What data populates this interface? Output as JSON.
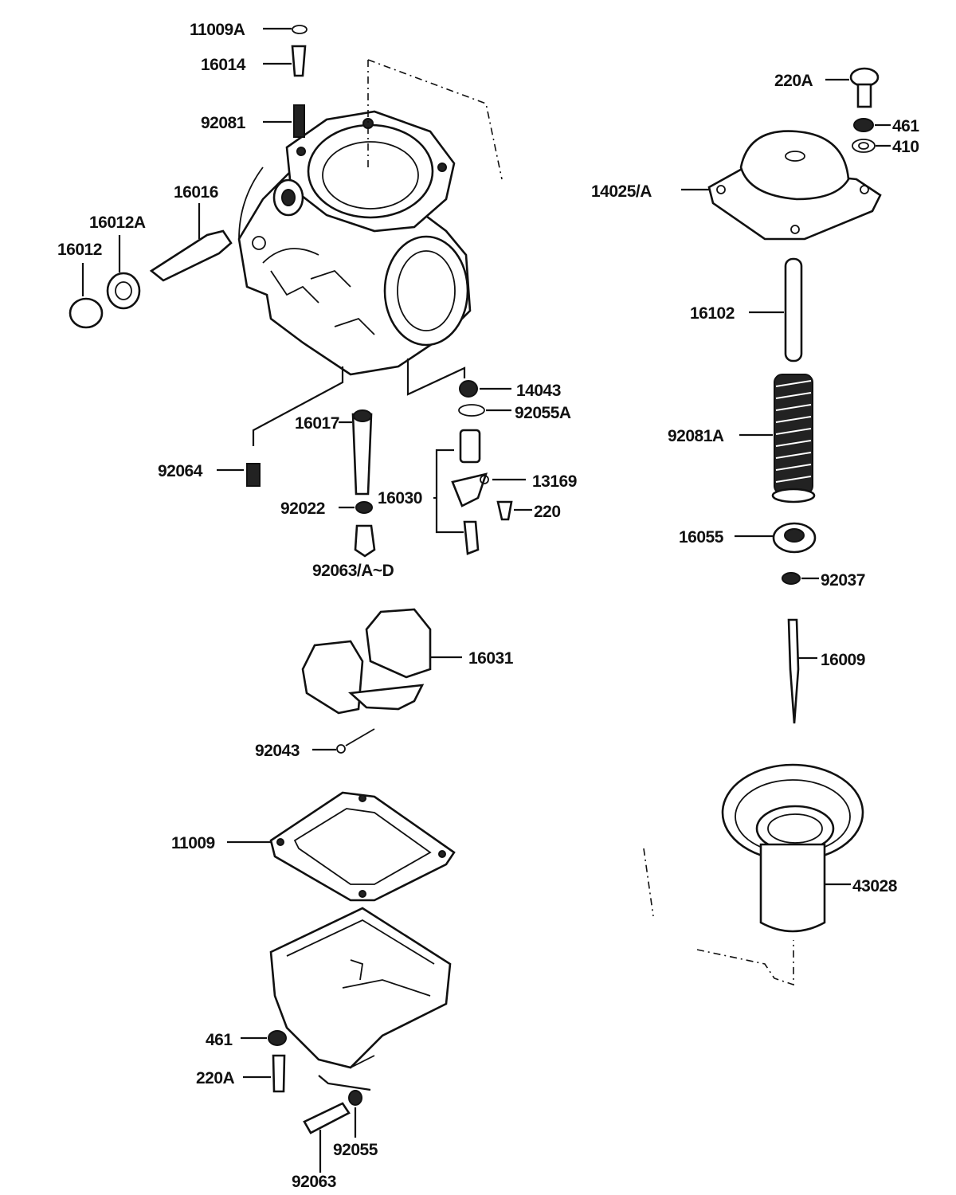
{
  "labels": {
    "l_11009a": "11009A",
    "l_16014": "16014",
    "l_92081": "92081",
    "l_16016": "16016",
    "l_16012a": "16012A",
    "l_16012": "16012",
    "l_14043": "14043",
    "l_92055a": "92055A",
    "l_16017": "16017",
    "l_92064": "92064",
    "l_13169": "13169",
    "l_92022": "92022",
    "l_16030": "16030",
    "l_220": "220",
    "l_92063": "92063/A~D",
    "l_16031": "16031",
    "l_92043": "92043",
    "l_11009": "11009",
    "l_461b": "461",
    "l_220ab": "220A",
    "l_92055": "92055",
    "l_92063b": "92063",
    "l_220a": "220A",
    "l_461": "461",
    "l_410": "410",
    "l_14025": "14025/A",
    "l_16102": "16102",
    "l_92081a": "92081A",
    "l_16055": "16055",
    "l_92037": "92037",
    "l_16009": "16009",
    "l_43028": "43028"
  }
}
